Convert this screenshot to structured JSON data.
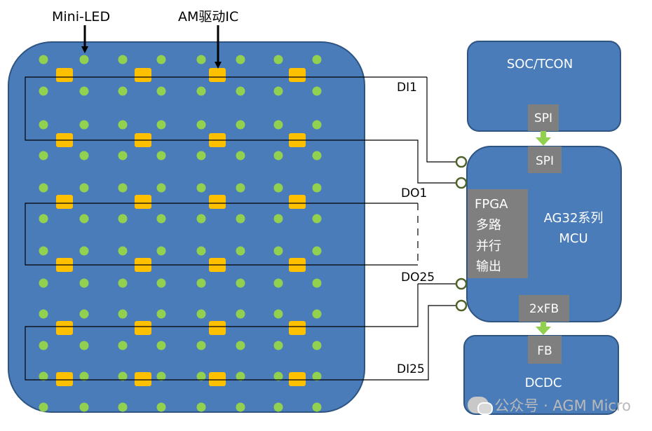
{
  "labels": {
    "mini_led": "Mini-LED",
    "am_driver_ic": "AM驱动IC",
    "di1": "DI1",
    "do1": "DO1",
    "do25": "DO25",
    "di25": "DI25"
  },
  "blocks": {
    "soc": {
      "title": "SOC/TCON",
      "port": "SPI"
    },
    "mcu": {
      "port_in": "SPI",
      "fpga_lines": [
        "FPGA",
        "多路",
        "并行",
        "输出"
      ],
      "title_lines": [
        "AG32系列",
        "MCU"
      ],
      "port_out": "2xFB"
    },
    "dcdc": {
      "title": "DCDC",
      "port": "FB"
    }
  },
  "watermark": "公众号 · AGM Micro",
  "colors": {
    "panel_fill": "#4a7cba",
    "panel_stroke": "#2e5482",
    "led_green": "#92d050",
    "ic_orange": "#ffc000",
    "port_gray": "#7f7f7f",
    "arrow_green": "#92d050",
    "connector_ring": "#4f6228"
  }
}
